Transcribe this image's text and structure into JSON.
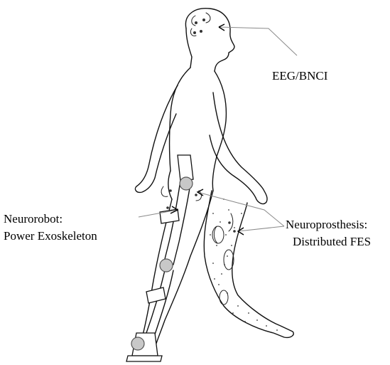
{
  "labels": {
    "eeg": "EEG/BNCI",
    "neurorobot_line1": "Neurorobot:",
    "neurorobot_line2": "Power Exoskeleton",
    "neuroprosthesis_line1": "Neuroprosthesis:",
    "neuroprosthesis_line2": "Distributed FES"
  },
  "colors": {
    "electrode_fill": "#c8c8c8",
    "outline": "#111111",
    "pointer_line": "#8a8a8a"
  },
  "icons": [
    "walking-human-figure",
    "eeg-electrodes",
    "exoskeleton-joints",
    "fes-stimulation-electrodes"
  ]
}
